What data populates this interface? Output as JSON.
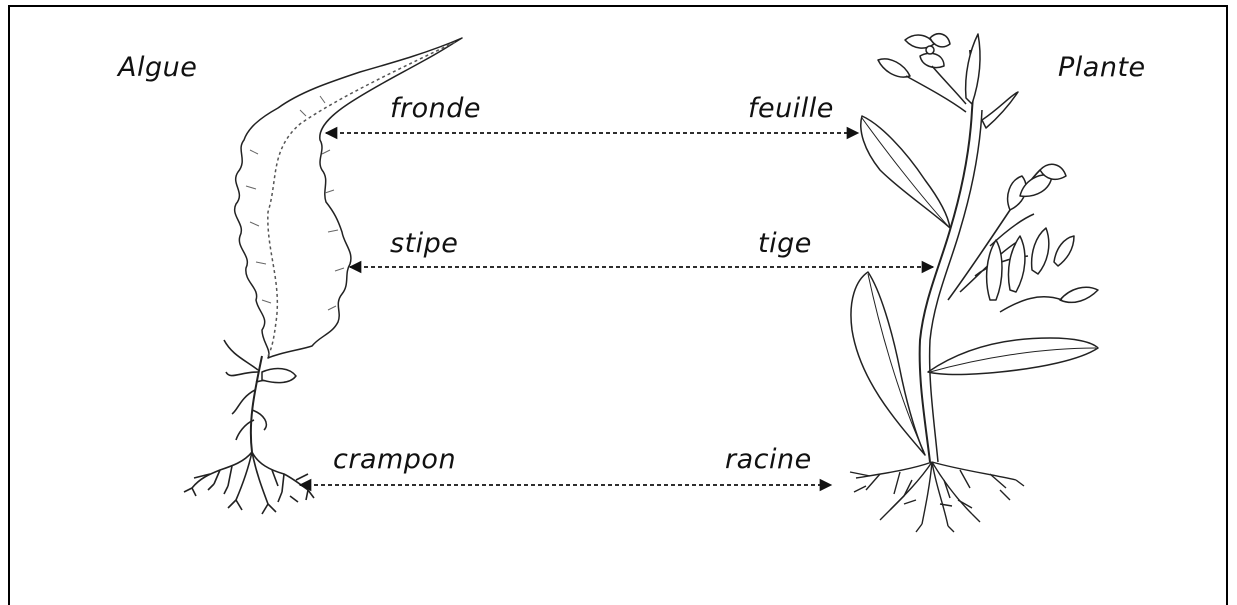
{
  "titles": {
    "left": "Algue",
    "right": "Plante"
  },
  "pairs": [
    {
      "alga_part": "fronde",
      "plant_part": "feuille"
    },
    {
      "alga_part": "stipe",
      "plant_part": "tige"
    },
    {
      "alga_part": "crampon",
      "plant_part": "racine"
    }
  ]
}
